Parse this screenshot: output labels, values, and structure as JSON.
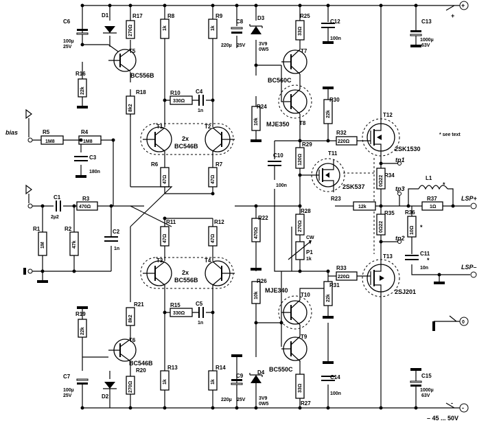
{
  "supply": {
    "pos": "+",
    "neg": "-",
    "range": "– 45 ... 50V",
    "gnd": "0"
  },
  "ports": {
    "bias": "bias",
    "lsp_plus": "LSP+",
    "lsp_minus": "LSP–",
    "see_text": "* see text",
    "asterisk": "*"
  },
  "tps": {
    "tp1": "tp1",
    "tp2": "tp2",
    "tp3": "tp3"
  },
  "pair_labels": {
    "top_count": "2x",
    "top_part": "BC546B",
    "bot_count": "2x",
    "bot_part": "BC556B"
  },
  "transistors": [
    {
      "ref": "T5",
      "part": "BC556B"
    },
    {
      "ref": "T1",
      "part": ""
    },
    {
      "ref": "T2",
      "part": ""
    },
    {
      "ref": "T3",
      "part": ""
    },
    {
      "ref": "T4",
      "part": ""
    },
    {
      "ref": "T6",
      "part": "BC546B"
    },
    {
      "ref": "T7",
      "part": "BC560C"
    },
    {
      "ref": "T8",
      "part": "MJE350"
    },
    {
      "ref": "T9",
      "part": "BC550C"
    },
    {
      "ref": "T10",
      "part": "MJE340"
    },
    {
      "ref": "T11",
      "part": "2SK537"
    },
    {
      "ref": "T12",
      "part": "2SK1530"
    },
    {
      "ref": "T13",
      "part": "2SJ201"
    }
  ],
  "resistors": [
    {
      "ref": "R17",
      "val": "270Ω"
    },
    {
      "ref": "R16",
      "val": "22k"
    },
    {
      "ref": "R18",
      "val": "8k2"
    },
    {
      "ref": "R8",
      "val": "1k"
    },
    {
      "ref": "R9",
      "val": "1k"
    },
    {
      "ref": "R10",
      "val": "330Ω"
    },
    {
      "ref": "R6",
      "val": "47Ω"
    },
    {
      "ref": "R7",
      "val": "47Ω"
    },
    {
      "ref": "R11",
      "val": "47Ω"
    },
    {
      "ref": "R12",
      "val": "47Ω"
    },
    {
      "ref": "R15",
      "val": "330Ω"
    },
    {
      "ref": "R21",
      "val": "8k2"
    },
    {
      "ref": "R19",
      "val": "22k"
    },
    {
      "ref": "R20",
      "val": "270Ω"
    },
    {
      "ref": "R13",
      "val": "1k"
    },
    {
      "ref": "R14",
      "val": "1k"
    },
    {
      "ref": "R5",
      "val": "1M8"
    },
    {
      "ref": "R4",
      "val": "1M8"
    },
    {
      "ref": "R3",
      "val": "470Ω"
    },
    {
      "ref": "R1",
      "val": "1M"
    },
    {
      "ref": "R2",
      "val": "47k"
    },
    {
      "ref": "R25",
      "val": "33Ω"
    },
    {
      "ref": "R24",
      "val": "10k"
    },
    {
      "ref": "R30",
      "val": "22k"
    },
    {
      "ref": "R29",
      "val": "120Ω"
    },
    {
      "ref": "R28",
      "val": "270Ω"
    },
    {
      "ref": "R22",
      "val": "470Ω"
    },
    {
      "ref": "R26",
      "val": "10k"
    },
    {
      "ref": "R31",
      "val": "22k"
    },
    {
      "ref": "R27",
      "val": "33Ω"
    },
    {
      "ref": "R32",
      "val": "220Ω"
    },
    {
      "ref": "R33",
      "val": "220Ω"
    },
    {
      "ref": "R23",
      "val": "12k"
    },
    {
      "ref": "R34",
      "val": "0Ω22"
    },
    {
      "ref": "R35",
      "val": "0Ω22"
    },
    {
      "ref": "R36",
      "val": "10Ω"
    },
    {
      "ref": "R37",
      "val": "1Ω"
    }
  ],
  "capacitors": [
    {
      "ref": "C6",
      "val1": "100µ",
      "val2": "25V"
    },
    {
      "ref": "C4",
      "val1": "1n",
      "val2": ""
    },
    {
      "ref": "C8",
      "val1": "220µ",
      "val2": "25V"
    },
    {
      "ref": "C12",
      "val1": "100n",
      "val2": ""
    },
    {
      "ref": "C13",
      "val1": "1000µ",
      "val2": "63V"
    },
    {
      "ref": "C3",
      "val1": "180n",
      "val2": ""
    },
    {
      "ref": "C1",
      "val1": "2µ2",
      "val2": ""
    },
    {
      "ref": "C2",
      "val1": "1n",
      "val2": ""
    },
    {
      "ref": "C10",
      "val1": "100n",
      "val2": ""
    },
    {
      "ref": "C11",
      "val1": "10n",
      "val2": ""
    },
    {
      "ref": "C5",
      "val1": "1n",
      "val2": ""
    },
    {
      "ref": "C7",
      "val1": "100µ",
      "val2": "25V"
    },
    {
      "ref": "C9",
      "val1": "220µ",
      "val2": "25V"
    },
    {
      "ref": "C14",
      "val1": "100n",
      "val2": ""
    },
    {
      "ref": "C15",
      "val1": "1000µ",
      "val2": "63V"
    }
  ],
  "diodes": [
    {
      "ref": "D1",
      "val1": "",
      "val2": ""
    },
    {
      "ref": "D2",
      "val1": "",
      "val2": ""
    },
    {
      "ref": "D3",
      "val1": "3V9",
      "val2": "0W5"
    },
    {
      "ref": "D4",
      "val1": "3V9",
      "val2": "0W5"
    }
  ],
  "pot": {
    "ref": "P1",
    "val": "1k",
    "cw": "CW"
  },
  "inductor": {
    "ref": "L1"
  }
}
